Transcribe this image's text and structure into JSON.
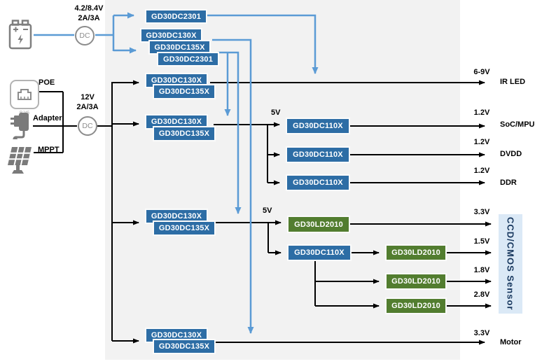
{
  "battery_source": {
    "spec_line1": "4.2/8.4V",
    "spec_line2": "2A/3A",
    "dc_label": "DC"
  },
  "wired_source": {
    "poe": "POE",
    "adapter": "Adapter",
    "mppt": "MPPT",
    "rj45_line1": "RJ45",
    "rj45_line2": "网口",
    "spec_line1": "12V",
    "spec_line2": "2A/3A",
    "dc_label": "DC"
  },
  "blocks": {
    "stack": [
      "GD30DC2301",
      "GD30DC130X",
      "GD30DC135X",
      "GD30DC2301"
    ],
    "row1": [
      "GD30DC130X",
      "GD30DC135X"
    ],
    "row2": [
      "GD30DC130X",
      "GD30DC135X"
    ],
    "row3": [
      "GD30DC130X",
      "GD30DC135X"
    ],
    "row4": [
      "GD30DC130X",
      "GD30DC135X"
    ],
    "bucks_5v": [
      "GD30DC110X",
      "GD30DC110X",
      "GD30DC110X"
    ],
    "ldo_33": "GD30LD2010",
    "buck_sensor": "GD30DC110X",
    "ldo_15": "GD30LD2010",
    "ldo_18": "GD30LD2010",
    "ldo_28": "GD30LD2010"
  },
  "rails": {
    "rail_5v_a": "5V",
    "rail_5v_b": "5V"
  },
  "outputs": {
    "ir_led": {
      "voltage": "6-9V",
      "load": "IR LED"
    },
    "soc": {
      "voltage": "1.2V",
      "load": "SoC/MPU"
    },
    "dvdd": {
      "voltage": "1.2V",
      "load": "DVDD"
    },
    "ddr": {
      "voltage": "1.2V",
      "load": "DDR"
    },
    "sensor33": {
      "voltage": "3.3V"
    },
    "sensor15": {
      "voltage": "1.5V"
    },
    "sensor18": {
      "voltage": "1.8V"
    },
    "sensor28": {
      "voltage": "2.8V"
    },
    "motor": {
      "voltage": "3.3V",
      "load": "Motor"
    }
  },
  "sensor_box_label": "CCD/CMOS Sensor",
  "colors": {
    "buck_blue": "#2d6da5",
    "ldo_green": "#527d2f",
    "connector_blue": "#5b9bd5",
    "sensor_fill": "#dbe9f6",
    "panel_gray": "#f2f2f2"
  }
}
